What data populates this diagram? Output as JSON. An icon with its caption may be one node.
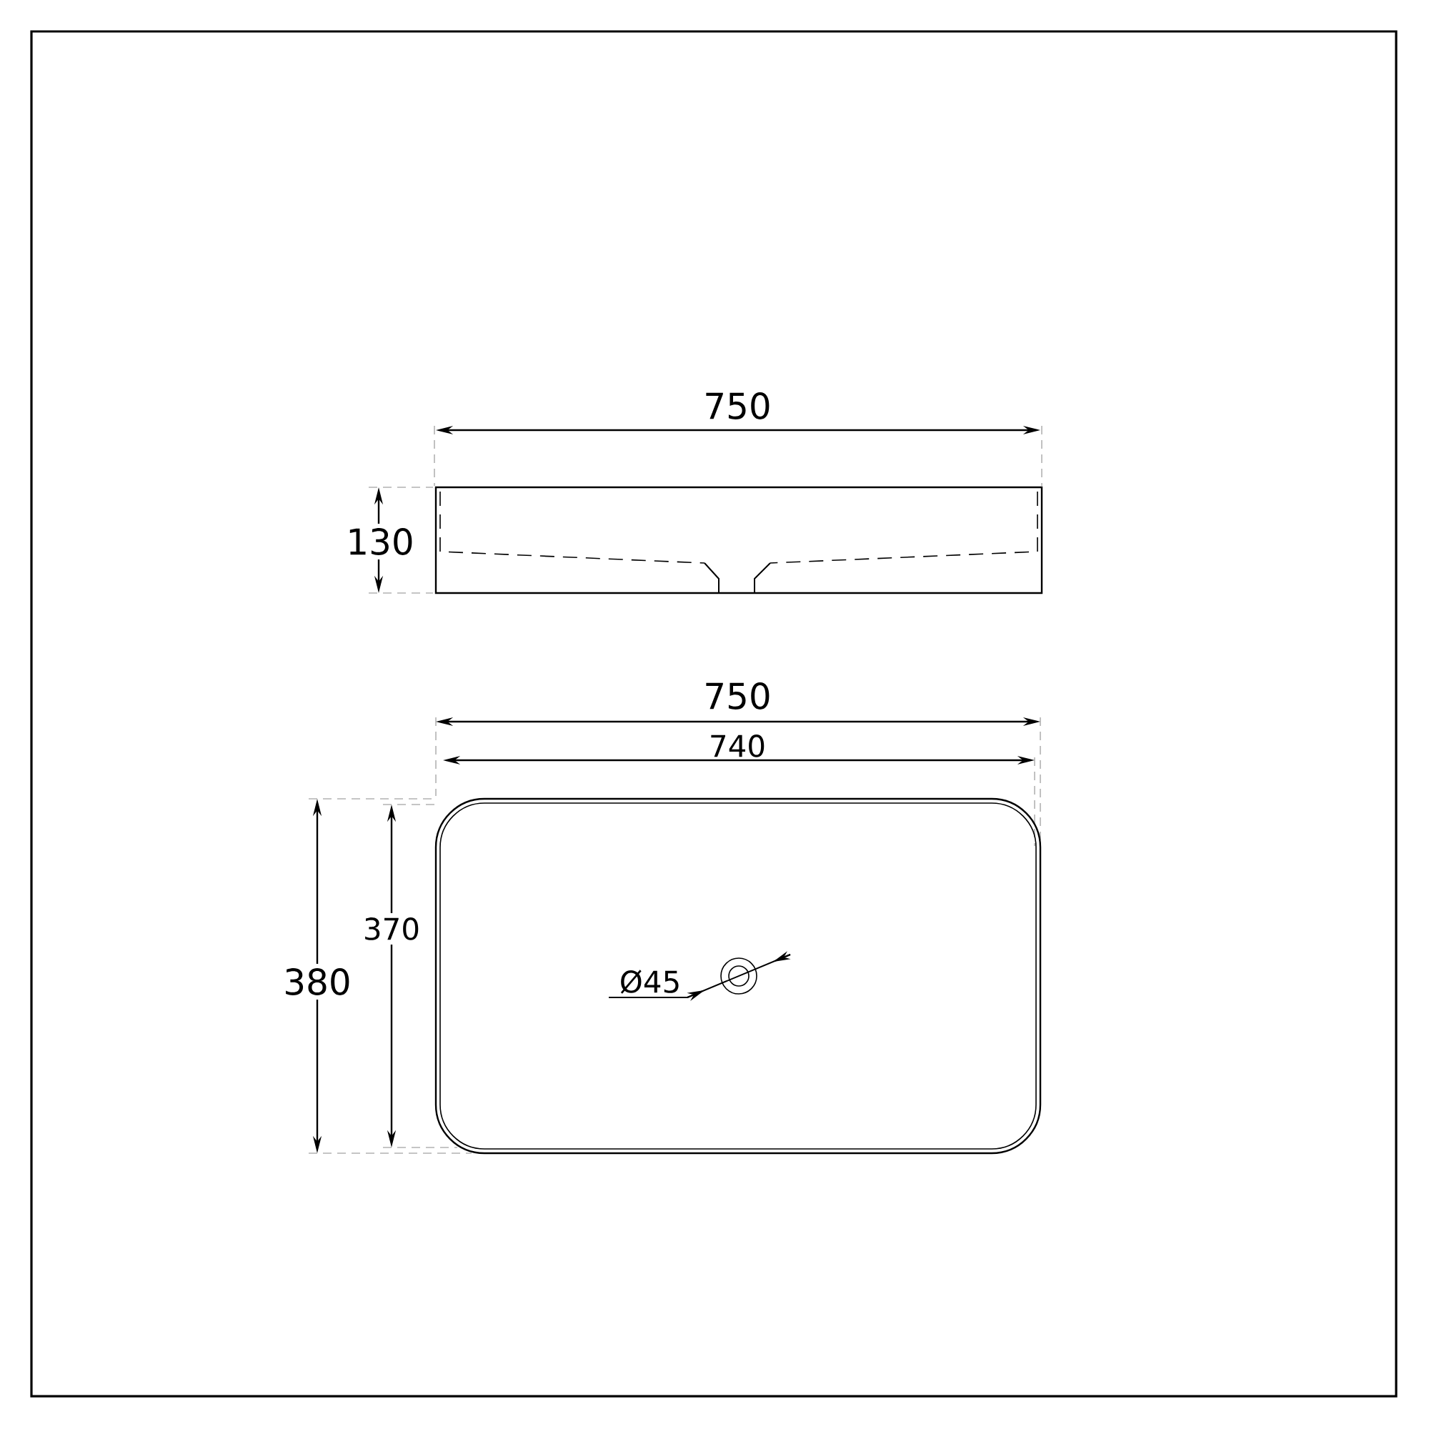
{
  "diagram": {
    "labels": [
      "750",
      "130",
      "750",
      "740",
      "370",
      "380",
      "Ø45"
    ]
  }
}
